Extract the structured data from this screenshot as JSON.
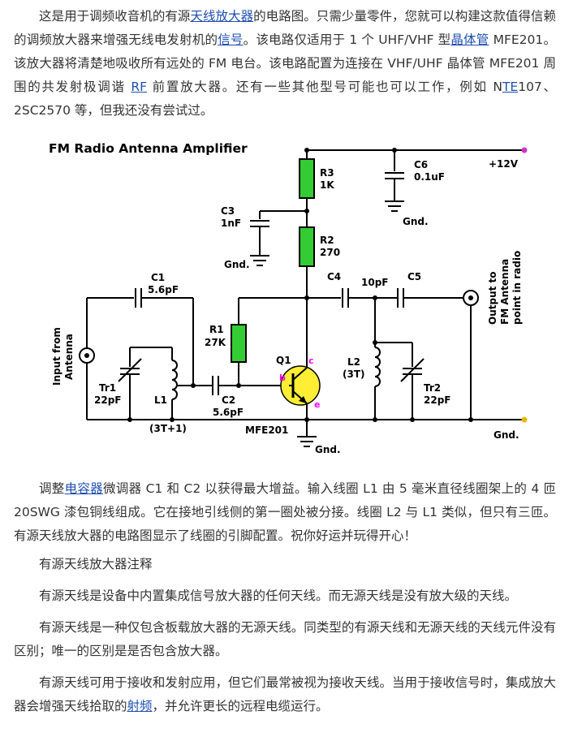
{
  "article": {
    "p1": {
      "t1": "这是用于调频收音机的有源",
      "l1": "天线放大器",
      "t2": "的电路图。只需少量零件，您就可以构建这款值得信赖的调频放大器来增强无线电发射机的",
      "l2": "信号",
      "t3": "。该电路仅适用于 1 个 UHF/VHF 型",
      "l3": "晶体管",
      "t4": " MFE201。该放大器将清楚地吸收所有远处的 FM 电台。该电路配置为连接在 VHF/UHF 晶体管 MFE201 周围的共发射极调谐 ",
      "l4": "RF",
      "t5": " 前置放大器。还有一些其他型号可能也可以工作，例如 N",
      "l5": "TE",
      "t6": "107、2SC2570 等，但我还没有尝试过。"
    },
    "p2": {
      "t1": "调整",
      "l1": "电容器",
      "t2": "微调器 C1 和 C2 以获得最大增益。输入线圈 L1 由 5 毫米直径线圈架上的 4 匝 20SWG 漆包铜线组成。它在接地引线侧的第一圈处被分接。线圈 L2 与 L1 类似，但只有三匝。有源天线放大器的电路图显示了线圈的引脚配置。祝你好运并玩得开心！"
    },
    "p3": "有源天线放大器注释",
    "p4": "有源天线是设备中内置集成信号放大器的任何天线。而无源天线是没有放大级的天线。",
    "p5": "有源天线是一种仅包含板载放大器的无源天线。同类型的有源天线和无源天线的天线元件没有区别；唯一的区别是是否包含放大器。",
    "p6": {
      "t1": "有源天线可用于接收和发射应用，但它们最常被视为接收天线。当用于接收信号时，集成放大器会增强天线拾取的",
      "l1": "射频",
      "t2": "，并允许更长的远程电缆运行。"
    }
  },
  "schematic": {
    "title": "FM Radio Antenna Amplifier",
    "supply": "+12V",
    "r3": {
      "name": "R3",
      "value": "1K"
    },
    "c6": {
      "name": "C6",
      "value": "0.1uF"
    },
    "c3": {
      "name": "C3",
      "value": "1nF"
    },
    "r2": {
      "name": "R2",
      "value": "270"
    },
    "c1": {
      "name": "C1",
      "value": "5.6pF"
    },
    "c4": {
      "name": "C4"
    },
    "c4c5_value": "10pF",
    "c5": {
      "name": "C5"
    },
    "r1": {
      "name": "R1",
      "value": "27K"
    },
    "q1": {
      "name": "Q1",
      "b": "b",
      "c": "c",
      "e": "e",
      "part": "MFE201"
    },
    "l2": {
      "name": "L2",
      "value": "(3T)"
    },
    "tr1": {
      "name": "Tr1",
      "value": "22pF"
    },
    "l1": {
      "name": "L1",
      "value": "(3T+1)"
    },
    "c2": {
      "name": "C2",
      "value": "5.6pF"
    },
    "tr2": {
      "name": "Tr2",
      "value": "22pF"
    },
    "gnd": "Gnd.",
    "input_label_1": "Input from",
    "input_label_2": "Antenna",
    "output_label_1": "Output to",
    "output_label_2": "FM Antenna",
    "output_label_3": "point in radio",
    "colors": {
      "resistor": "#33cc33",
      "transistor": "#ffee33",
      "terminal": "#cc33cc",
      "ground_terminal": "#e6b800",
      "pin_label": "#ff00ff"
    }
  }
}
